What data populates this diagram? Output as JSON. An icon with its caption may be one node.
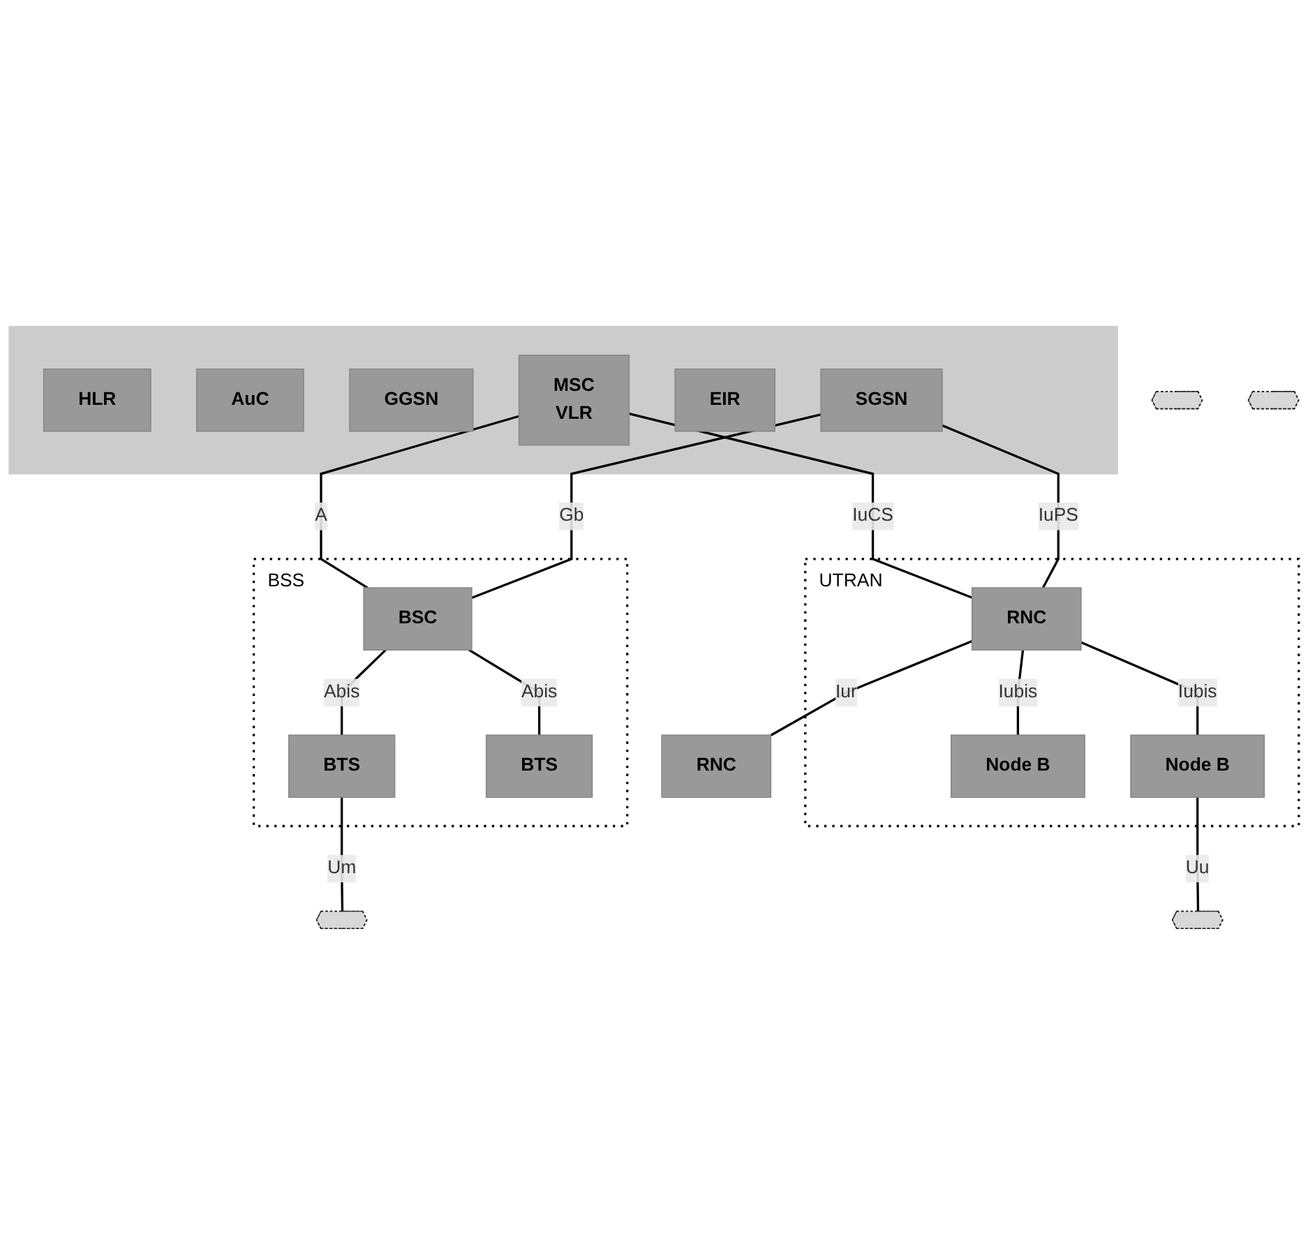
{
  "diagram": {
    "nodes": [
      {
        "text": [],
        "shape": "cloud"
      },
      {
        "text": [
          "HLR"
        ],
        "in": 0
      },
      {
        "text": [
          "AuC"
        ],
        "in": 0
      },
      {
        "text": [
          "GGSN"
        ],
        "in": 0
      },
      {
        "text": [
          "MSC",
          "VLR"
        ],
        "in": 0
      },
      {
        "text": [
          "EIR"
        ],
        "in": 0
      },
      {
        "text": [
          "SGSN"
        ],
        "in": 0
      },
      {
        "text": [
          "BSS"
        ]
      },
      {
        "text": [
          "BSC"
        ],
        "in": 7
      },
      {
        "text": [
          "BTS"
        ],
        "in": 7
      },
      {
        "text": [
          "BTS"
        ],
        "in": 7
      },
      {
        "text": [
          "UTRAN"
        ]
      },
      {
        "text": [
          "RNC"
        ],
        "in": 11
      },
      {
        "text": [
          "Node B"
        ],
        "in": 11
      },
      {
        "text": [
          "Node B"
        ],
        "in": 11
      },
      {
        "text": [
          "RNC"
        ]
      },
      {
        "text": [],
        "shape": "hexagon"
      },
      {
        "text": [],
        "shape": "hexagon"
      },
      {
        "text": [],
        "shape": "hexagon"
      },
      {
        "text": [],
        "shape": "hexagon"
      }
    ],
    "edges": [
      {
        "from": 4,
        "to": 8,
        "arrow": "none",
        "label": "A"
      },
      {
        "from": 4,
        "to": 12,
        "arrow": "none",
        "label": "IuCS"
      },
      {
        "from": 6,
        "to": 8,
        "arrow": "none",
        "label": "Gb"
      },
      {
        "from": 6,
        "to": 12,
        "arrow": "none",
        "label": "IuPS"
      },
      {
        "from": 12,
        "to": 15,
        "arrow": "none",
        "label": "Iur"
      },
      {
        "from": 8,
        "to": 9,
        "arrow": "none",
        "label": "Abis"
      },
      {
        "from": 8,
        "to": 10,
        "arrow": "none",
        "label": "Abis"
      },
      {
        "from": 12,
        "to": 13,
        "arrow": "none",
        "label": "Iubis"
      },
      {
        "from": 12,
        "to": 14,
        "arrow": "none",
        "label": "Iubis"
      },
      {
        "from": 9,
        "to": 16,
        "arrow": "none",
        "label": "Um"
      },
      {
        "from": 14,
        "to": 18,
        "arrow": "none",
        "label": "Uu"
      }
    ]
  }
}
